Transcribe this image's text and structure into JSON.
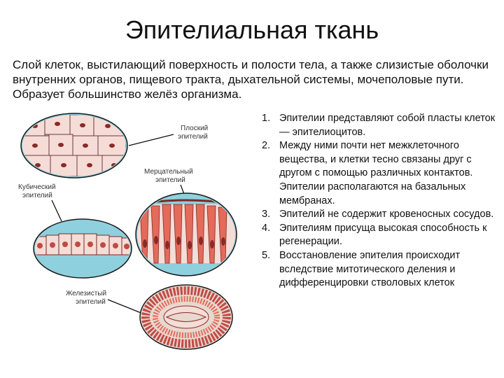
{
  "page": {
    "title": "Эпителиальная ткань",
    "intro": " Слой клеток, выстилающий поверхность и полости тела, а также слизистые оболочки внутренних органов, пищевого тракта, дыхательной системы, мочеполовые пути. Образует большинство желёз организма."
  },
  "figure": {
    "labels": {
      "flat_line1": "Плоский",
      "flat_line2": "эпителий",
      "ciliated_line1": "Мерцательный",
      "ciliated_line2": "эпителий",
      "cubic_line1": "Кубический",
      "cubic_line2": "эпителий",
      "glandular_line1": "Железистый",
      "glandular_line2": "эпителий"
    },
    "colors": {
      "membrane": "#8fd0de",
      "cell_pink": "#f6dcd6",
      "cell_red": "#e46a5a",
      "nucleus": "#8a2a28"
    }
  },
  "list": {
    "items": [
      {
        "num": "1.",
        "text": "Эпителии представляют собой пласты клеток — эпителиоцитов."
      },
      {
        "num": "2.",
        "text": "Между ними почти нет межклеточного вещества, и клетки тесно связаны друг с другом с помощью различных контактов. Эпителии располагаются на базальных мембранах."
      },
      {
        "num": "3.",
        "text": "Эпителий не содержит кровеносных сосудов."
      },
      {
        "num": "4.",
        "text": "Эпителиям присуща высокая способность к регенерации."
      },
      {
        "num": "5.",
        "text": "Восстановление эпителия происходит вследствие митотического деления и дифференцировки стволовых клеток"
      }
    ]
  }
}
